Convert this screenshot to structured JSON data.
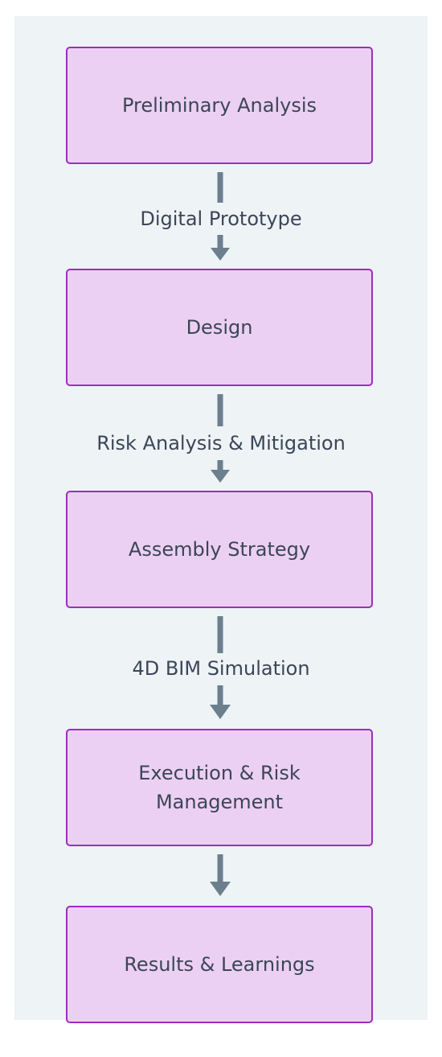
{
  "diagram": {
    "nodes": [
      {
        "id": "preliminary-analysis",
        "label": "Preliminary Analysis"
      },
      {
        "id": "design",
        "label": "Design"
      },
      {
        "id": "assembly-strategy",
        "label": "Assembly Strategy"
      },
      {
        "id": "execution-risk-management",
        "label": "Execution & Risk Management"
      },
      {
        "id": "results-learnings",
        "label": "Results & Learnings"
      }
    ],
    "edges": [
      {
        "from": "preliminary-analysis",
        "to": "design",
        "label": "Digital Prototype"
      },
      {
        "from": "design",
        "to": "assembly-strategy",
        "label": "Risk Analysis & Mitigation"
      },
      {
        "from": "assembly-strategy",
        "to": "execution-risk-management",
        "label": "4D BIM Simulation"
      },
      {
        "from": "execution-risk-management",
        "to": "results-learnings",
        "label": ""
      }
    ],
    "colors": {
      "node_fill": "#ecd0f4",
      "node_border": "#a02bc0",
      "arrow": "#6b7f8e",
      "text": "#3b4658",
      "background": "#eef3f6"
    }
  }
}
